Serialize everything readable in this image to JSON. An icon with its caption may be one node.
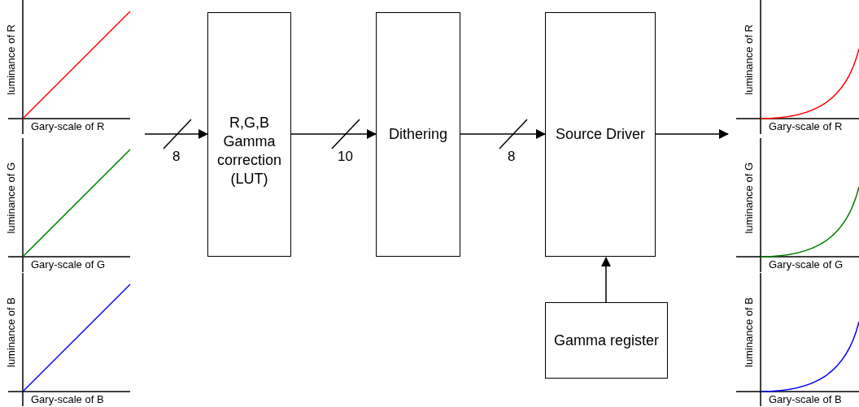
{
  "diagram": {
    "nodes": [
      {
        "text": [
          "luminance of R",
          "Gary-scale of R"
        ]
      },
      {
        "text": [
          "luminance of G",
          "Gary-scale of G"
        ]
      },
      {
        "text": [
          "luminance of B",
          "Gary-scale of B"
        ]
      },
      {
        "text": [
          "R,G,B Gamma correction (LUT)"
        ]
      },
      {
        "text": [
          "Dithering"
        ]
      },
      {
        "text": [
          "Source Driver"
        ]
      },
      {
        "text": [
          "Gamma register"
        ]
      },
      {
        "text": [
          "luminance of R",
          "Gary-scale of R"
        ]
      },
      {
        "text": [
          "luminance of G",
          "Gary-scale of G"
        ]
      },
      {
        "text": [
          "luminance of B",
          "Gary-scale of B"
        ]
      }
    ],
    "edges": [
      {
        "from": 0,
        "to": 3,
        "arrow": "to",
        "label": "8"
      },
      {
        "from": 3,
        "to": 4,
        "arrow": "to",
        "label": "10"
      },
      {
        "from": 4,
        "to": 5,
        "arrow": "to",
        "label": "8"
      },
      {
        "from": 5,
        "to": 7,
        "arrow": "to"
      },
      {
        "from": 6,
        "to": 5,
        "arrow": "to"
      }
    ]
  }
}
